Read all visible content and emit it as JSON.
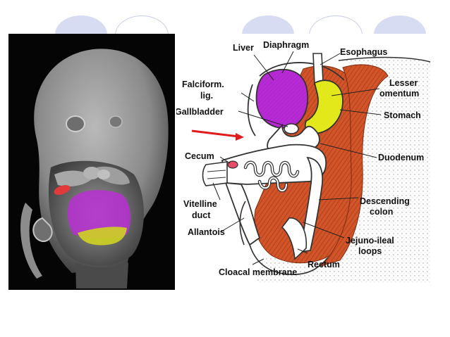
{
  "colors": {
    "liver": "#b82ad6",
    "stomach": "#e2e81a",
    "mesentery": "#d2552a",
    "arrow": "#e01b1b",
    "deco_circle": "#d6dcf2"
  },
  "labels": {
    "liver": "Liver",
    "diaphragm": "Diaphragm",
    "esophagus": "Esophagus",
    "falciform_1": "Falciform.",
    "falciform_2": "lig.",
    "lesser_omentum_1": "Lesser",
    "lesser_omentum_2": "omentum",
    "gallbladder": "Gallbladder",
    "stomach": "Stomach",
    "duodenum": "Duodenum",
    "cecum": "Cecum",
    "vitelline_1": "Vitelline",
    "vitelline_2": "duct",
    "descending_1": "Descending",
    "descending_2": "colon",
    "allantois": "Allantois",
    "jejuno_1": "Jejuno-ileal",
    "jejuno_2": "loops",
    "rectum": "Rectum",
    "cloacal": "Cloacal membrane"
  }
}
